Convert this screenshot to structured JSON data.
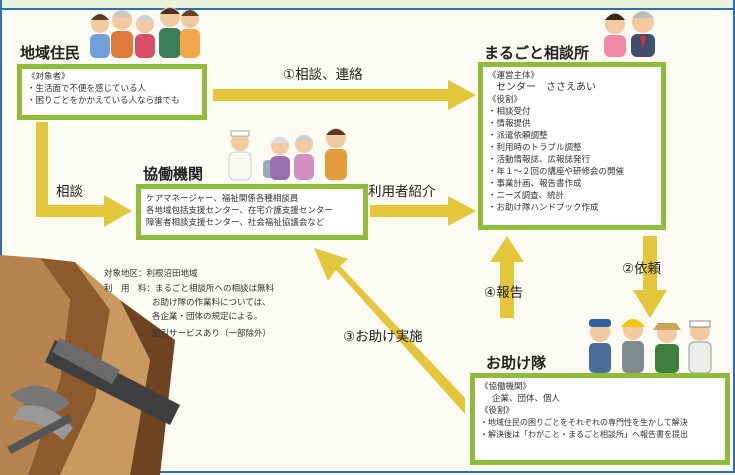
{
  "residents": {
    "title": "地域住民",
    "target_label": "《対象者》",
    "target_items": [
      "・生活面で不便を感じている人",
      "・困りごとをかかえている人なら誰でも"
    ]
  },
  "center": {
    "title": "まるごと相談所",
    "operator_label": "《運営主体》",
    "operator_value": "センター　ささえあい",
    "role_label": "《役割》",
    "roles": [
      "・相談受付",
      "・情報提供",
      "・派遣依頼調整",
      "・利用時のトラブル調整",
      "・活動情報誌、広報誌発行",
      "・年１〜２回の講座や研修会の開催",
      "・事業計画、報告書作成",
      "・ニーズ調査、統計",
      "・お助け隊ハンドブック作成"
    ]
  },
  "partners": {
    "title": "協働機関",
    "lines": [
      "ケアマネージャー、福祉関係各種相談員",
      "各地域包括支援センター、在宅介護支援センター",
      "障害者相談支援センター、社会福祉協議会など"
    ]
  },
  "helpers": {
    "title": "お助け隊",
    "coop_label": "《協働機関》",
    "coop_value": "企業、団体、個人",
    "role_label": "《役割》",
    "roles": [
      "・地域住民の困りごとをそれぞれの専門性を生かして解決",
      "・解決後は「わがこと・まるごと相談所」へ報告書を提出"
    ]
  },
  "info": {
    "area": "対象地区：利根沼田地域",
    "fee_1": "利　用　料：まるごと相談所への相談は無料",
    "fee_2": "お助け隊の作業料については、",
    "fee_3": "各企業・団体の規定による。",
    "discount": "割引サービスあり（一部除外）"
  },
  "flows": {
    "consult_contact": "①相談、連絡",
    "consult": "相談",
    "referral": "利用者紹介",
    "request": "②依頼",
    "support": "③お助け実施",
    "report": "④報告"
  },
  "colors": {
    "box_border": "#8fbd3a",
    "arrow": "#e3c63a",
    "frame": "#2f6db7"
  }
}
